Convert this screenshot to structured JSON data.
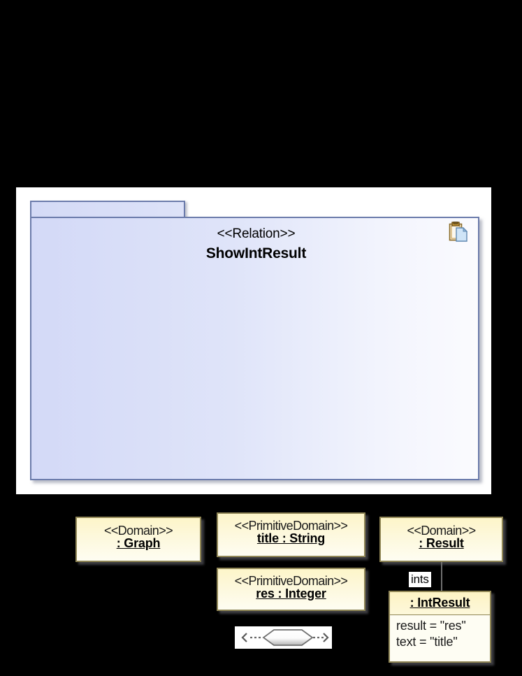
{
  "diagram": {
    "type": "uml-qvt-relation-diagram",
    "canvas_background": "#ffffff",
    "page_background": "#000000"
  },
  "package": {
    "tab_label": "",
    "stereotype": "<<Relation>>",
    "name": "ShowIntResult",
    "border_color": "#6b7bab",
    "fill_start": "#d3d9f7",
    "fill_end": "#fbfbfe",
    "copy_icon": "clipboard-copy-icon"
  },
  "boxes": [
    {
      "id": "graph",
      "stereotype": "<<Domain>>",
      "name": ": Graph",
      "border_color": "#8f8555",
      "fill": "#fdf5c9"
    },
    {
      "id": "title",
      "stereotype": "<<PrimitiveDomain>>",
      "name": "title : String",
      "border_color": "#8f8555",
      "fill": "#fdf5c9"
    },
    {
      "id": "res",
      "stereotype": "<<PrimitiveDomain>>",
      "name": "res : Integer",
      "border_color": "#8f8555",
      "fill": "#fdf5c9"
    },
    {
      "id": "result",
      "stereotype": "<<Domain>>",
      "name": ": Result",
      "border_color": "#8f8555",
      "fill": "#fdf5c9"
    }
  ],
  "object_box": {
    "id": "intresult",
    "name": ": IntResult",
    "attributes": [
      "result = \"res\"",
      "text = \"title\""
    ],
    "border_color": "#8f8555",
    "fill": "#fefdf3"
  },
  "association": {
    "role_label": "ints",
    "line_color": "#6e6e6e"
  },
  "relation_connector": {
    "shape": "hexagon",
    "left_arrow": "dashed-arrow-left",
    "right_arrow": "dashed-arrow-right",
    "fill_start": "#ffffff",
    "fill_end": "#b8b8b8",
    "stroke": "#707070"
  }
}
